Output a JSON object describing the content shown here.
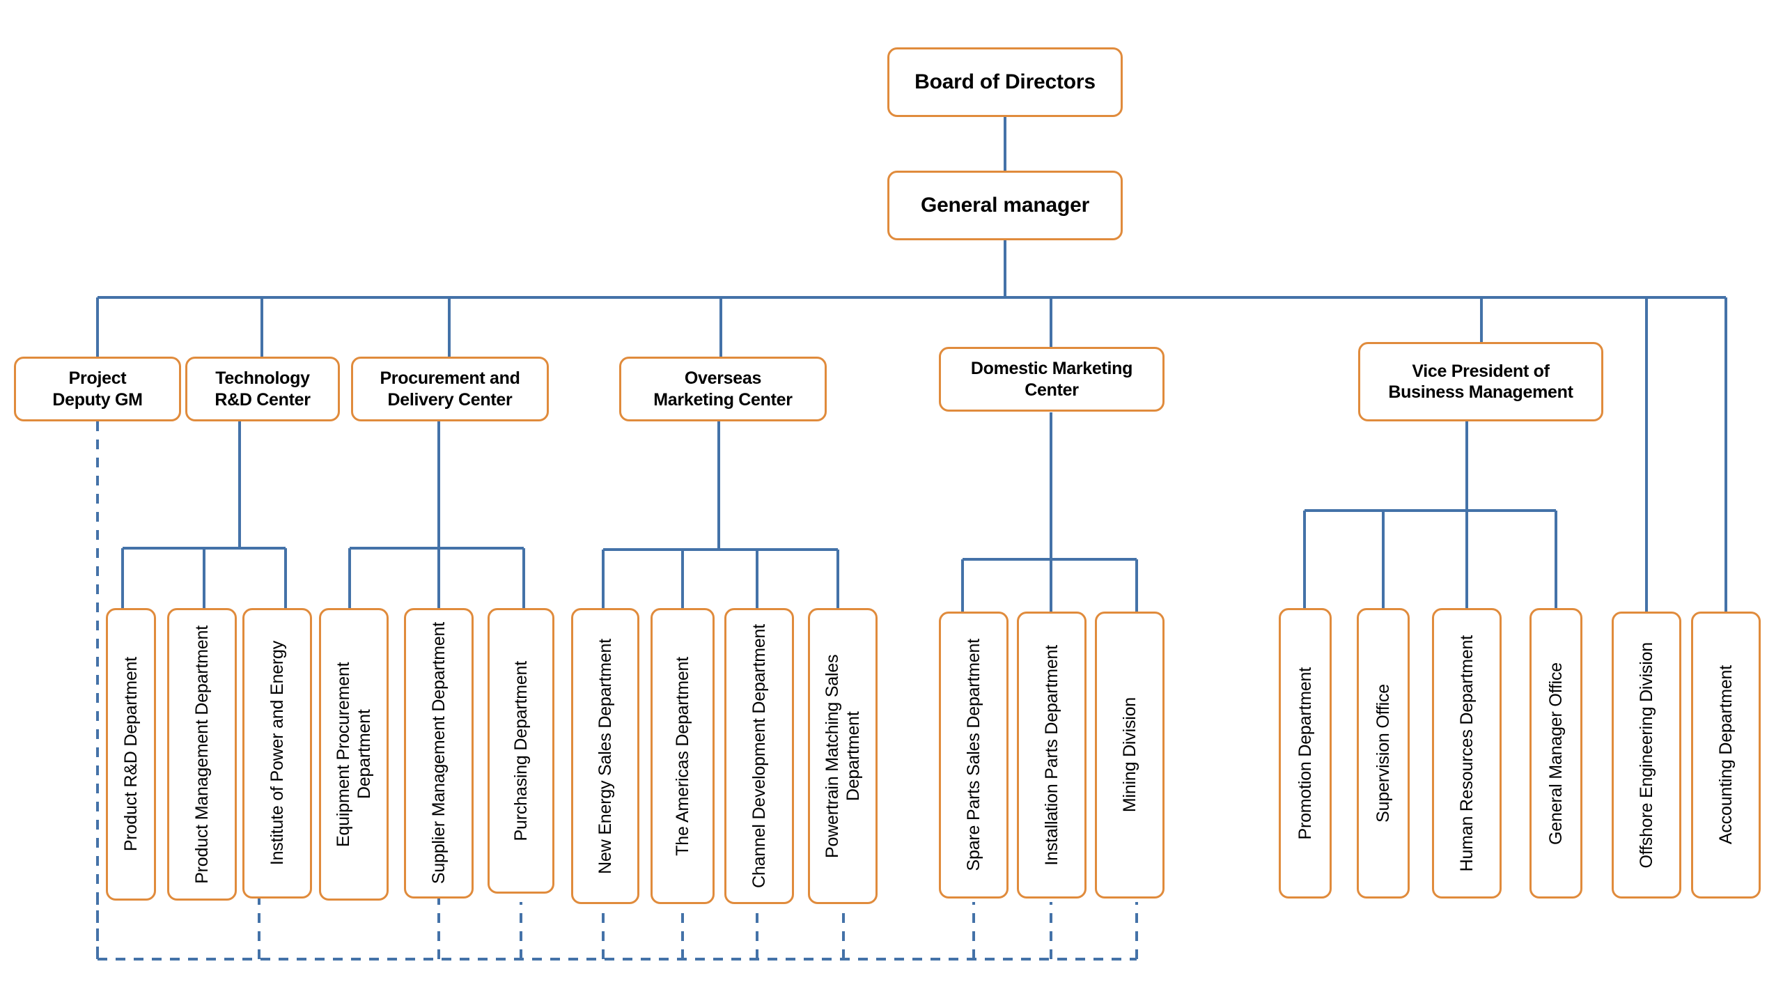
{
  "chart_data": {
    "type": "diagram",
    "title": "Company Organizational Chart",
    "diagram_kind": "org-chart",
    "orientation": "top-down",
    "colors": {
      "node_border": "#E08B3C",
      "node_fill": "#FFFFFF",
      "connector": "#4472A8",
      "dashed_connector": "#4472A8",
      "text": "#000000",
      "background": "#FFFFFF"
    },
    "levels": [
      {
        "level": 0,
        "nodes": [
          "Board of Directors"
        ]
      },
      {
        "level": 1,
        "nodes": [
          "General manager"
        ]
      },
      {
        "level": 2,
        "nodes": [
          "Project Deputy GM",
          "Technology R&D Center",
          "Procurement and Delivery Center",
          "Overseas Marketing Center",
          "Domestic Marketing Center",
          "Vice President of Business Management",
          "Offshore Engineering Division",
          "Accounting Department"
        ]
      },
      {
        "level": 3,
        "nodes": [
          "Product R&D Department",
          "Product Management Department",
          "Institute of Power and Energy",
          "Equipment Procurement Department",
          "Supplier Management Department",
          "Purchasing Department",
          "New Energy Sales Department",
          "The Americas Department",
          "Channel Development Department",
          "Powertrain Matching Sales Department",
          "Spare Parts Sales Department",
          "Installation Parts Department",
          "Mining Division",
          "Promotion Department",
          "Supervision Office",
          "Human Resources Department",
          "General Manager Office"
        ]
      }
    ],
    "edges": [
      {
        "from": "Board of Directors",
        "to": "General manager",
        "style": "solid"
      },
      {
        "from": "General manager",
        "to": "Project Deputy GM",
        "style": "solid"
      },
      {
        "from": "General manager",
        "to": "Technology R&D Center",
        "style": "solid"
      },
      {
        "from": "General manager",
        "to": "Procurement and Delivery Center",
        "style": "solid"
      },
      {
        "from": "General manager",
        "to": "Overseas Marketing Center",
        "style": "solid"
      },
      {
        "from": "General manager",
        "to": "Domestic Marketing Center",
        "style": "solid"
      },
      {
        "from": "General manager",
        "to": "Vice President of Business Management",
        "style": "solid"
      },
      {
        "from": "General manager",
        "to": "Offshore Engineering Division",
        "style": "solid"
      },
      {
        "from": "General manager",
        "to": "Accounting Department",
        "style": "solid"
      },
      {
        "from": "Technology R&D Center",
        "to": "Product R&D Department",
        "style": "solid"
      },
      {
        "from": "Technology R&D Center",
        "to": "Product Management Department",
        "style": "solid"
      },
      {
        "from": "Technology R&D Center",
        "to": "Institute of Power and Energy",
        "style": "solid"
      },
      {
        "from": "Procurement and Delivery Center",
        "to": "Equipment Procurement Department",
        "style": "solid"
      },
      {
        "from": "Procurement and Delivery Center",
        "to": "Supplier Management Department",
        "style": "solid"
      },
      {
        "from": "Procurement and Delivery Center",
        "to": "Purchasing Department",
        "style": "solid"
      },
      {
        "from": "Overseas Marketing Center",
        "to": "New Energy Sales Department",
        "style": "solid"
      },
      {
        "from": "Overseas Marketing Center",
        "to": "The Americas Department",
        "style": "solid"
      },
      {
        "from": "Overseas Marketing Center",
        "to": "Channel Development Department",
        "style": "solid"
      },
      {
        "from": "Overseas Marketing Center",
        "to": "Powertrain Matching Sales Department",
        "style": "solid"
      },
      {
        "from": "Domestic Marketing Center",
        "to": "Spare Parts Sales Department",
        "style": "solid"
      },
      {
        "from": "Domestic Marketing Center",
        "to": "Installation Parts Department",
        "style": "solid"
      },
      {
        "from": "Domestic Marketing Center",
        "to": "Mining Division",
        "style": "solid"
      },
      {
        "from": "Vice President of Business Management",
        "to": "Promotion Department",
        "style": "solid"
      },
      {
        "from": "Vice President of Business Management",
        "to": "Supervision Office",
        "style": "solid"
      },
      {
        "from": "Vice President of Business Management",
        "to": "Human Resources Department",
        "style": "solid"
      },
      {
        "from": "Vice President of Business Management",
        "to": "General Manager Office",
        "style": "solid"
      },
      {
        "from": "Project Deputy GM",
        "to": "Product R&D Department",
        "style": "dashed"
      },
      {
        "from": "Project Deputy GM",
        "to": "Institute of Power and Energy",
        "style": "dashed"
      },
      {
        "from": "Project Deputy GM",
        "to": "Supplier Management Department",
        "style": "dashed"
      },
      {
        "from": "Project Deputy GM",
        "to": "Purchasing Department",
        "style": "dashed"
      },
      {
        "from": "Project Deputy GM",
        "to": "New Energy Sales Department",
        "style": "dashed"
      },
      {
        "from": "Project Deputy GM",
        "to": "The Americas Department",
        "style": "dashed"
      },
      {
        "from": "Project Deputy GM",
        "to": "Channel Development Department",
        "style": "dashed"
      },
      {
        "from": "Project Deputy GM",
        "to": "Powertrain Matching Sales Department",
        "style": "dashed"
      },
      {
        "from": "Project Deputy GM",
        "to": "Spare Parts Sales Department",
        "style": "dashed"
      },
      {
        "from": "Project Deputy GM",
        "to": "Installation Parts Department",
        "style": "dashed"
      },
      {
        "from": "Project Deputy GM",
        "to": "Mining Division",
        "style": "dashed"
      }
    ]
  },
  "nodes": {
    "board_of_directors": "Board of Directors",
    "general_manager": "General manager",
    "project_deputy_gm": "Project\nDeputy GM",
    "technology_rd_center": "Technology\nR&D Center",
    "procurement_delivery_center": "Procurement and\nDelivery Center",
    "overseas_marketing_center": "Overseas\nMarketing Center",
    "domestic_marketing_center": "Domestic Marketing\nCenter",
    "vp_business_management": "Vice President of\nBusiness Management",
    "product_rd_department": "Product R&D Department",
    "product_management_department": "Product Management Department",
    "institute_power_energy": "Institute of Power and Energy",
    "equipment_procurement_department": "Equipment Procurement Department",
    "supplier_management_department": "Supplier Management Department",
    "purchasing_department": "Purchasing Department",
    "new_energy_sales_department": "New Energy Sales Department",
    "the_americas_department": "The Americas Department",
    "channel_development_department": "Channel Development Department",
    "powertrain_matching_sales_department": "Powertrain Matching Sales Department",
    "spare_parts_sales_department": "Spare Parts Sales Department",
    "installation_parts_department": "Installation Parts Department",
    "mining_division": "Mining Division",
    "promotion_department": "Promotion Department",
    "supervision_office": "Supervision Office",
    "human_resources_department": "Human Resources Department",
    "general_manager_office": "General Manager Office",
    "offshore_engineering_division": "Offshore Engineering Division",
    "accounting_department": "Accounting Department"
  }
}
